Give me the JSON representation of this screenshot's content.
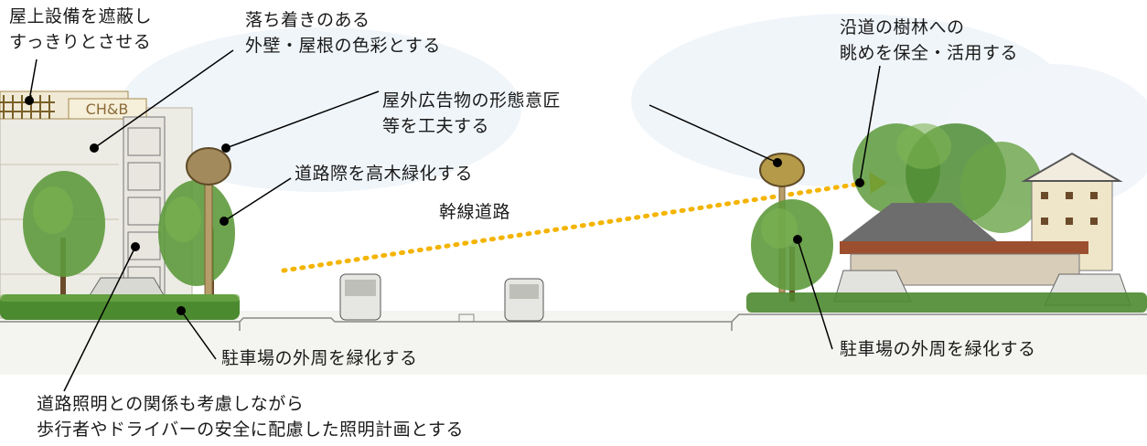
{
  "labels": {
    "rooftop": {
      "line1": "屋上設備を遮蔽し",
      "line2": "すっきりとさせる"
    },
    "facade_color": {
      "line1": "落ち着きのある",
      "line2": "外壁・屋根の色彩とする"
    },
    "signage": {
      "line1": "屋外広告物の形態意匠",
      "line2": "等を工夫する"
    },
    "street_trees": "道路際を高木緑化する",
    "trunk_road": "幹線道路",
    "parking_left": "駐車場の外周を緑化する",
    "lighting": {
      "line1": "道路照明との関係も考慮しながら",
      "line2": "歩行者やドライバーの安全に配慮した照明計画とする"
    },
    "view_trees": {
      "line1": "沿道の樹林への",
      "line2": "眺めを保全・活用する"
    },
    "parking_right": "駐車場の外周を緑化する"
  },
  "building_sign": "CH&B",
  "colors": {
    "tree_green": "#5e9a3c",
    "tree_dark": "#3f7a2a",
    "hedge": "#4c8a30",
    "sky": "#dfeaf3",
    "building": "#ecebe4",
    "sign_brown": "#a38a5c",
    "view_arrow": "#f4b400",
    "roof": "#6d6d6d",
    "eaves": "#9c4f2e"
  }
}
